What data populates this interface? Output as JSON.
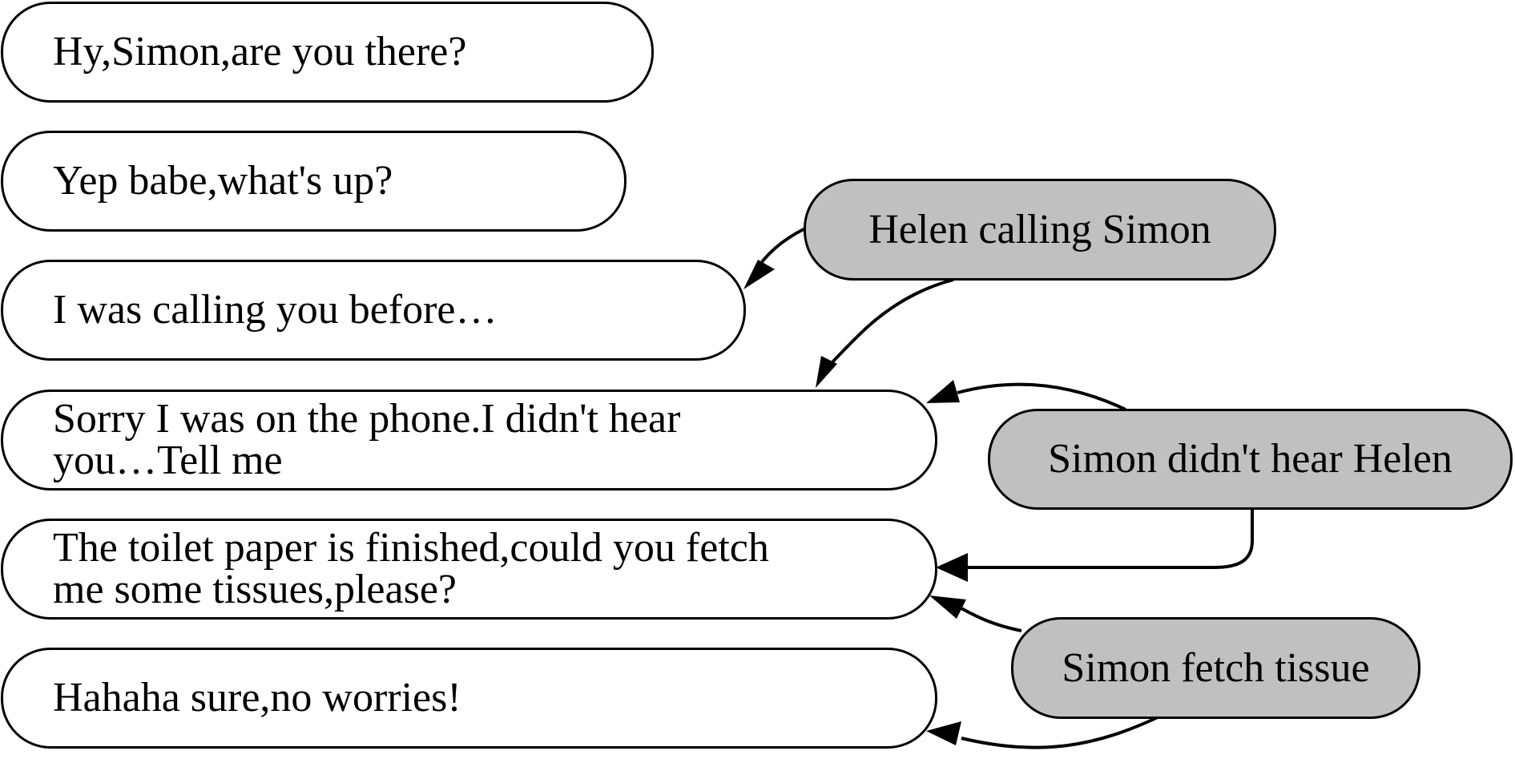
{
  "messages": [
    "Hy,Simon,are you there?",
    "Yep babe,what's up?",
    "I was calling you before…",
    "Sorry I was on the phone.I didn't hear\nyou…Tell me",
    "The toilet paper is finished,could you fetch\nme some tissues,please?",
    "Hahaha sure,no worries!"
  ],
  "annotations": [
    "Helen calling Simon",
    "Simon didn't hear Helen",
    "Simon fetch tissue"
  ],
  "links": [
    {
      "from": "Helen calling Simon",
      "to": "I was calling you before…"
    },
    {
      "from": "Helen calling Simon",
      "to": "Sorry I was on the phone.I didn't hear you…Tell me"
    },
    {
      "from": "Simon didn't hear Helen",
      "to": "Sorry I was on the phone.I didn't hear you…Tell me"
    },
    {
      "from": "Simon didn't hear Helen",
      "to": "The toilet paper is finished,could you fetch me some tissues,please?"
    },
    {
      "from": "Simon fetch tissue",
      "to": "The toilet paper is finished,could you fetch me some tissues,please?"
    },
    {
      "from": "Simon fetch tissue",
      "to": "Hahaha sure,no worries!"
    }
  ],
  "colors": {
    "message_fill": "#ffffff",
    "annotation_fill": "#c0c0c0",
    "stroke": "#000000"
  }
}
